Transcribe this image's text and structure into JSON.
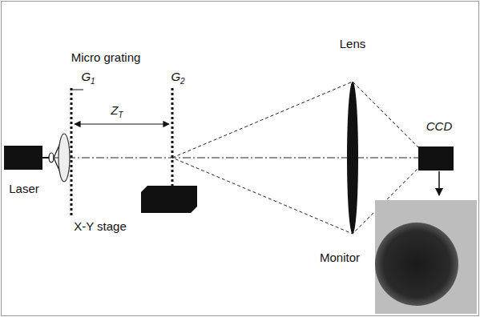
{
  "diagram": {
    "labels": [
      "Micro grating",
      "G1",
      "G2",
      "ZT",
      "Lens",
      "CCD",
      "Laser",
      "X-Y stage",
      "Monitor"
    ]
  }
}
